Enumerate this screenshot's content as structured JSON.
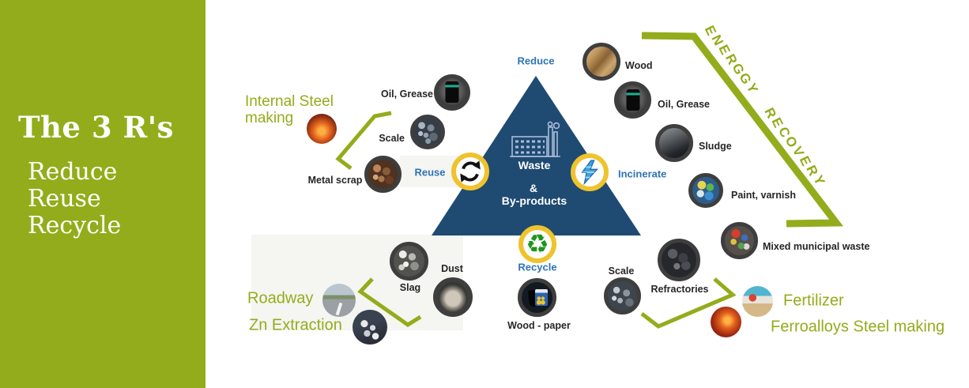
{
  "sidebar": {
    "title": "The 3 R's",
    "line1": "Reduce",
    "line2": "Reuse",
    "line3": "Recycle"
  },
  "pyramid": {
    "top_label": "Reduce",
    "center_line1": "Waste",
    "center_line2": "&",
    "center_line3": "By-products"
  },
  "actions": {
    "reuse": "Reuse",
    "incinerate": "Incinerate",
    "recycle": "Recycle"
  },
  "items": {
    "oil_grease_left": "Oil, Grease",
    "scale_left": "Scale",
    "metal_scrap": "Metal scrap",
    "wood": "Wood",
    "oil_grease_right": "Oil, Grease",
    "sludge": "Sludge",
    "paint_varnish": "Paint, varnish",
    "mixed_municipal_waste": "Mixed municipal waste",
    "scale_right": "Scale",
    "refractories": "Refractories",
    "slag": "Slag",
    "dust": "Dust",
    "wood_paper": "Wood - paper"
  },
  "routes": {
    "internal_steel_line1": "Internal Steel",
    "internal_steel_line2": "making",
    "roadway": "Roadway",
    "zn_extraction": "Zn Extraction",
    "fertilizer": "Fertilizer",
    "ferroalloys": "Ferroalloys Steel making"
  },
  "energy": {
    "w1": [
      "E",
      "N",
      "E",
      "R",
      "G",
      "G",
      "Y"
    ],
    "w2": [
      "R",
      "E",
      "C",
      "O",
      "V",
      "E",
      "R",
      "Y"
    ]
  },
  "colors": {
    "accent_green": "#93ac1b",
    "accent_blue": "#2e74b5",
    "pyramid_blue": "#1f4a72",
    "ring_yellow": "#eec32d"
  }
}
